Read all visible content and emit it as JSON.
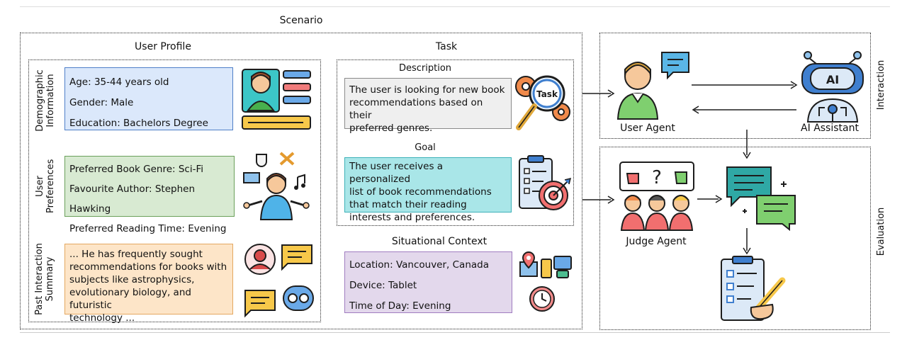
{
  "scenario": {
    "title": "Scenario",
    "user_profile": {
      "title": "User Profile",
      "demographic": {
        "label_line1": "Demographic",
        "label_line2": "Information",
        "items": [
          "Age: 35-44 years old",
          "Gender: Male",
          "Education: Bachelors Degree"
        ]
      },
      "preferences": {
        "label_line1": "User",
        "label_line2": "Preferences",
        "items": [
          "Preferred Book Genre: Sci-Fi",
          "Favourite Author: Stephen Hawking",
          "Preferred Reading Time: Evening"
        ]
      },
      "past_interaction": {
        "label_line1": "Past Interaction",
        "label_line2": "Summary",
        "lines": [
          "... He has frequently sought",
          "recommendations for books with",
          "subjects like astrophysics,",
          "evolutionary biology, and futuristic",
          "technology ..."
        ]
      }
    },
    "task": {
      "title": "Task",
      "description": {
        "title": "Description",
        "lines": [
          "The user is looking for new book",
          "recommendations based on their",
          "preferred genres."
        ],
        "icon_text": "Task"
      },
      "goal": {
        "title": "Goal",
        "lines": [
          "The user receives a personalized",
          "list of book recommendations",
          "that match their reading",
          "interests and preferences."
        ]
      }
    },
    "situational_context": {
      "title": "Situational Context",
      "items": [
        "Location: Vancouver, Canada",
        "Device: Tablet",
        "Time of Day: Evening"
      ]
    }
  },
  "interaction": {
    "title": "Interaction",
    "user_agent": "User Agent",
    "ai_assistant": "AI Assistant",
    "ai_badge": "AI"
  },
  "evaluation": {
    "title": "Evaluation",
    "judge_agent": "Judge Agent"
  },
  "colors": {
    "blue_box": "#dbe8fb",
    "green_box": "#d8ead2",
    "orange_box": "#fde5c8",
    "gray_box": "#efefef",
    "teal_box": "#a9e6e8",
    "purple_box": "#e3d8ec"
  },
  "icons": [
    "profile-card-icon",
    "person-hobbies-icon",
    "chat-bubbles-icon",
    "task-magnifier-gears-icon",
    "checklist-target-icon",
    "location-devices-icon",
    "clock-icon",
    "user-agent-icon",
    "robot-assistant-icon",
    "judges-group-icon",
    "feedback-bubbles-icon",
    "clipboard-checklist-icon"
  ]
}
